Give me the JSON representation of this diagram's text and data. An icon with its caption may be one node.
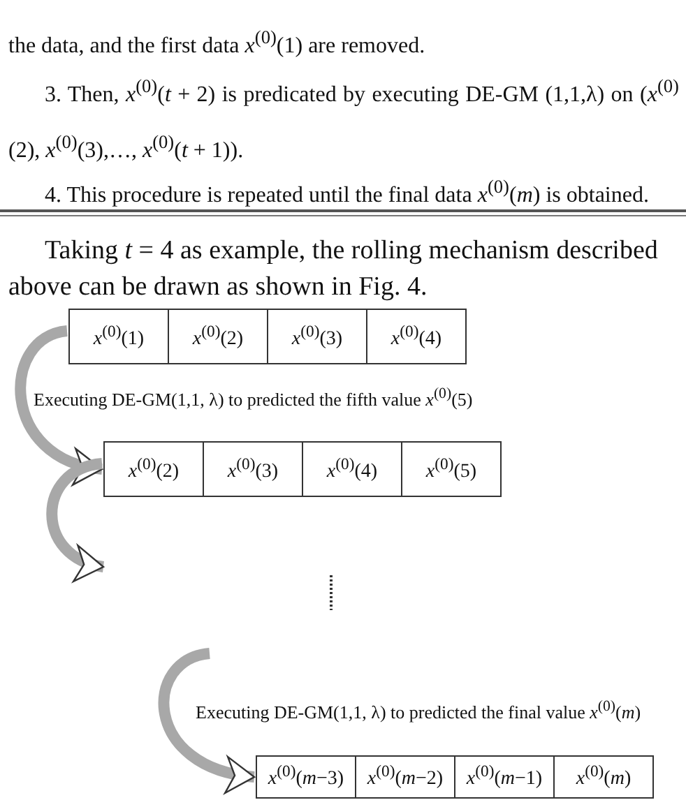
{
  "diagram": {
    "nodes": [
      {
        "text": [
          "*x*$^{(0)}$(1)"
        ]
      },
      {
        "text": [
          "*x*$^{(0)}$(2)"
        ]
      },
      {
        "text": [
          "*x*$^{(0)}$(3)"
        ]
      },
      {
        "text": [
          "*x*$^{(0)}$(4)"
        ]
      },
      {
        "text": [
          "*x*$^{(0)}$(2)"
        ]
      },
      {
        "text": [
          "*x*$^{(0)}$(3)"
        ]
      },
      {
        "text": [
          "*x*$^{(0)}$(4)"
        ]
      },
      {
        "text": [
          "*x*$^{(0)}$(5)"
        ]
      },
      {
        "text": [
          "*x*$^{(0)}$(*m*−3)"
        ]
      },
      {
        "text": [
          "*x*$^{(0)}$(*m*−2)"
        ]
      },
      {
        "text": [
          "*x*$^{(0)}$(*m*−1)"
        ]
      },
      {
        "text": [
          "*x*$^{(0)}$(*m*)"
        ]
      }
    ],
    "edges": [
      {
        "from": 0,
        "to": 4,
        "arrow": "to",
        "label": "Executing DE-GM(1,1, λ) to predicted the fifth value *x*$^{(0)}$(5)"
      },
      {
        "from": 4,
        "to": null,
        "arrow": "to"
      },
      {
        "from": null,
        "to": 8,
        "arrow": "to",
        "label": "Executing DE-GM(1,1, λ) to predicted the final value *x*$^{(0)}$(*m*)"
      }
    ],
    "labels": [
      "the data, and the first data *x*$^{(0)}$(1) are removed.",
      "3. Then, *x*$^{(0)}$(*t* + 2) is predicated by executing DE-GM (1,1,λ) on (*x*$^{(0)}$(2), *x*$^{(0)}$(3),…, *x*$^{(0)}$(*t* + 1)).",
      "4. This procedure is repeated until the final data *x*$^{(0)}$(*m*) is obtained.",
      "Taking *t* = 4 as example, the rolling mechanism described above can be drawn as shown in Fig. 4."
    ]
  }
}
